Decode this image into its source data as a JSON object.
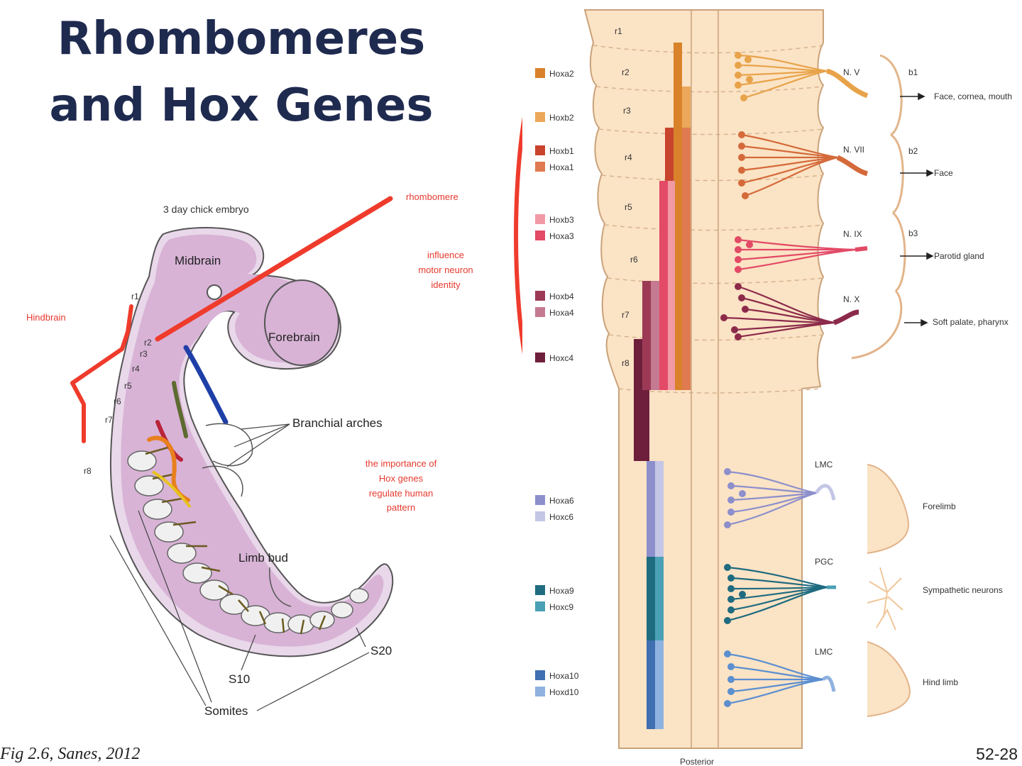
{
  "title": {
    "line1": "Rhombomeres",
    "line2": "and Hox Genes"
  },
  "citation": "Fig 2.6, Sanes, 2012",
  "slide_number": "52-28",
  "embryo": {
    "caption": "3 day chick embryo",
    "midbrain": "Midbrain",
    "forebrain": "Forebrain",
    "branchial": "Branchial arches",
    "limb_bud": "Limb bud",
    "somites": "Somites",
    "s10": "S10",
    "s20": "S20",
    "rhombomeres": [
      "r1",
      "r2",
      "r3",
      "r4",
      "r5",
      "r6",
      "r7",
      "r8"
    ]
  },
  "annotations": {
    "hindbrain": "Hindbrain",
    "rhombomere": "rhombomere",
    "influence": [
      "influence",
      "motor neuron",
      "identity"
    ],
    "importance": [
      "the importance of",
      "Hox genes",
      "regulate human",
      "pattern"
    ]
  },
  "neural_tube": {
    "rhombomeres": [
      "r1",
      "r2",
      "r3",
      "r4",
      "r5",
      "r6",
      "r7",
      "r8"
    ],
    "bottom_label": "Posterior"
  },
  "legend_genes": [
    {
      "label": "Hoxa2",
      "color": "#d9822b"
    },
    {
      "label": "Hoxb2",
      "color": "#eba85a"
    },
    {
      "label": "Hoxb1",
      "color": "#c8442c"
    },
    {
      "label": "Hoxa1",
      "color": "#e07a50"
    },
    {
      "label": "Hoxb3",
      "color": "#f19aa6"
    },
    {
      "label": "Hoxa3",
      "color": "#e24a66"
    },
    {
      "label": "Hoxb4",
      "color": "#9c3a55"
    },
    {
      "label": "Hoxa4",
      "color": "#c47a90"
    },
    {
      "label": "Hoxc4",
      "color": "#6e1f3c"
    },
    {
      "label": "Hoxa6",
      "color": "#8c8fcc"
    },
    {
      "label": "Hoxc6",
      "color": "#c4c6e6"
    },
    {
      "label": "Hoxa9",
      "color": "#1f6b80"
    },
    {
      "label": "Hoxc9",
      "color": "#4aa0b4"
    },
    {
      "label": "Hoxa10",
      "color": "#3f6fb0"
    },
    {
      "label": "Hoxd10",
      "color": "#8fb2e0"
    }
  ],
  "nerves": [
    {
      "label": "N. V",
      "arch": "b1",
      "target": "Face, cornea, mouth"
    },
    {
      "label": "N. VII",
      "arch": "b2",
      "target": "Face"
    },
    {
      "label": "N. IX",
      "arch": "b3",
      "target": "Parotid gland"
    },
    {
      "label": "N. X",
      "arch": "",
      "target": "Soft palate, pharynx"
    }
  ],
  "columns": [
    {
      "label": "LMC",
      "target": "Forelimb"
    },
    {
      "label": "PGC",
      "target": "Sympathetic neurons"
    },
    {
      "label": "LMC",
      "target": "Hind limb"
    }
  ]
}
